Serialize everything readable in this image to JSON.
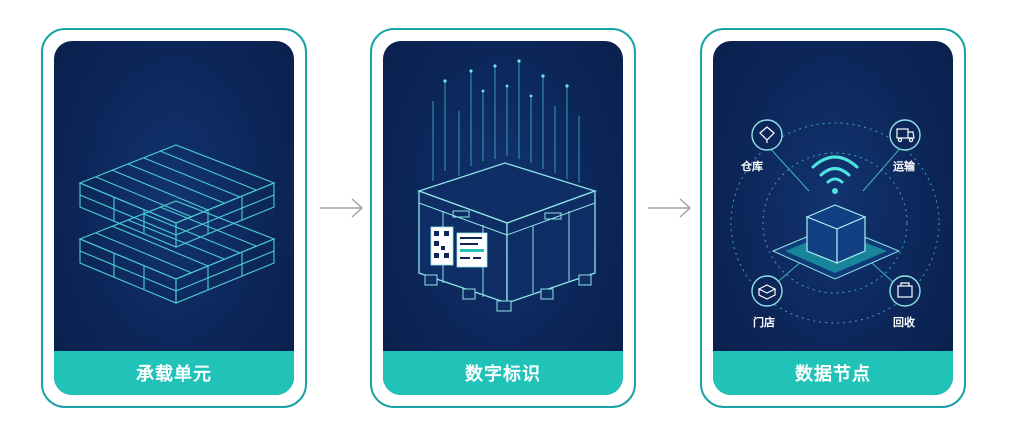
{
  "cards": [
    {
      "label": "承载单元"
    },
    {
      "label": "数字标识"
    },
    {
      "label": "数据节点"
    }
  ],
  "nodes": {
    "warehouse": "仓库",
    "transport": "运输",
    "store": "门店",
    "recycle": "回收"
  },
  "colors": {
    "accent": "#21c2b8",
    "border": "#1aa3a6",
    "panel": "#0c2659",
    "line": "#4fd6d6"
  }
}
